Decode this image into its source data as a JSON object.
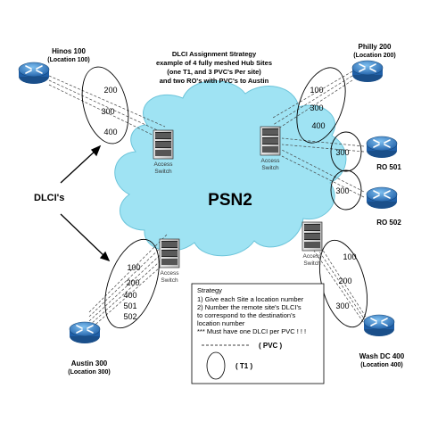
{
  "title": {
    "lines": [
      "DLCI Assignment Strategy",
      "example of 4 fully meshed Hub Sites",
      "(one T1, and 3 PVC's Per site)",
      "and  two RO's with PVC's to Austin"
    ]
  },
  "cloud_label": "PSN2",
  "dlcis_label": "DLCI's",
  "sites": {
    "hinos": {
      "name": "Hinos 100",
      "location": "(Location 100)"
    },
    "philly": {
      "name": "Philly 200",
      "location": "(Location 200)"
    },
    "ro501": {
      "name": "RO 501"
    },
    "ro502": {
      "name": "RO 502"
    },
    "austin": {
      "name": "Austin 300",
      "location": "(Location 300)"
    },
    "washdc": {
      "name": "Wash DC 400",
      "location": "(Location 400)"
    }
  },
  "switch_label_line1": "Access",
  "switch_label_line2": "Switch",
  "dlci_values": {
    "hinos": [
      "200",
      "300",
      "400"
    ],
    "philly": [
      "100",
      "300",
      "400"
    ],
    "ro501": [
      "300"
    ],
    "ro502": [
      "300"
    ],
    "austin": [
      "100",
      "200",
      "400",
      "501",
      "502"
    ],
    "washdc": [
      "100",
      "200",
      "300"
    ]
  },
  "strategy": {
    "heading": "Strategy",
    "lines": [
      "1) Give each Site a location number",
      "2) Number the remote site's DLCI's",
      "to correspond to the destination's",
      "location number",
      "*** Must have one DLCI per PVC ! ! !"
    ],
    "legend_pvc": "( PVC )",
    "legend_t1": "( T1 )"
  },
  "colors": {
    "cloud_fill": "#9fe3f3",
    "router_fill": "#2f7fc9",
    "router_top": "#6fb4ea"
  }
}
